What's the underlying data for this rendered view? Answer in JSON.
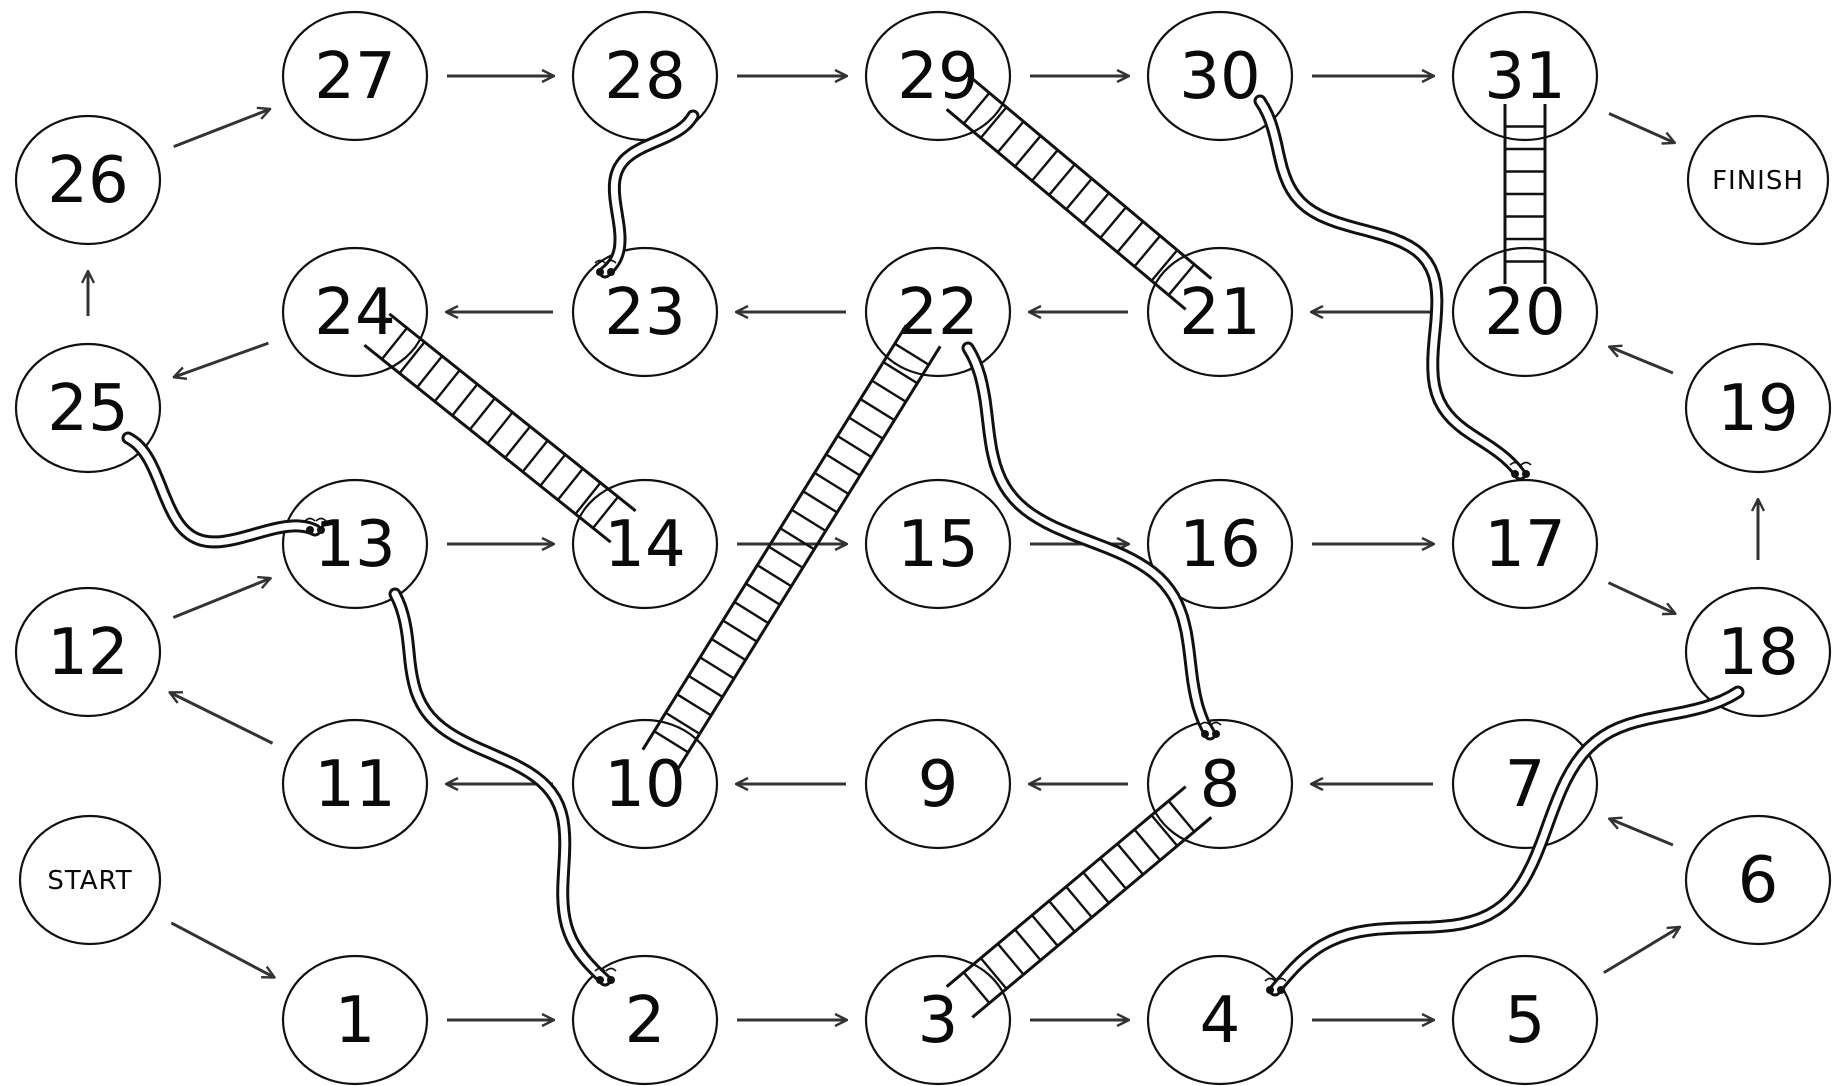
{
  "board": {
    "start_label": "START",
    "finish_label": "FINISH",
    "tiles": [
      {
        "n": 1,
        "label": "1"
      },
      {
        "n": 2,
        "label": "2"
      },
      {
        "n": 3,
        "label": "3"
      },
      {
        "n": 4,
        "label": "4"
      },
      {
        "n": 5,
        "label": "5"
      },
      {
        "n": 6,
        "label": "6"
      },
      {
        "n": 7,
        "label": "7"
      },
      {
        "n": 8,
        "label": "8"
      },
      {
        "n": 9,
        "label": "9"
      },
      {
        "n": 10,
        "label": "10"
      },
      {
        "n": 11,
        "label": "11"
      },
      {
        "n": 12,
        "label": "12"
      },
      {
        "n": 13,
        "label": "13"
      },
      {
        "n": 14,
        "label": "14"
      },
      {
        "n": 15,
        "label": "15"
      },
      {
        "n": 16,
        "label": "16"
      },
      {
        "n": 17,
        "label": "17"
      },
      {
        "n": 18,
        "label": "18"
      },
      {
        "n": 19,
        "label": "19"
      },
      {
        "n": 20,
        "label": "20"
      },
      {
        "n": 21,
        "label": "21"
      },
      {
        "n": 22,
        "label": "22"
      },
      {
        "n": 23,
        "label": "23"
      },
      {
        "n": 24,
        "label": "24"
      },
      {
        "n": 25,
        "label": "25"
      },
      {
        "n": 26,
        "label": "26"
      },
      {
        "n": 27,
        "label": "27"
      },
      {
        "n": 28,
        "label": "28"
      },
      {
        "n": 29,
        "label": "29"
      },
      {
        "n": 30,
        "label": "30"
      },
      {
        "n": 31,
        "label": "31"
      }
    ],
    "ladders": [
      {
        "from": 3,
        "to": 8
      },
      {
        "from": 10,
        "to": 22
      },
      {
        "from": 14,
        "to": 24
      },
      {
        "from": 20,
        "to": 31
      },
      {
        "from": 21,
        "to": 29
      }
    ],
    "snakes": [
      {
        "head": 28,
        "tail": 23
      },
      {
        "head": 30,
        "tail": 17
      },
      {
        "head": 22,
        "tail": 8
      },
      {
        "head": 25,
        "tail": 13
      },
      {
        "head": 13,
        "tail": 2
      },
      {
        "head": 18,
        "tail": 4
      }
    ],
    "colors": {
      "background": "#ffffff",
      "ink": "#111111"
    }
  }
}
